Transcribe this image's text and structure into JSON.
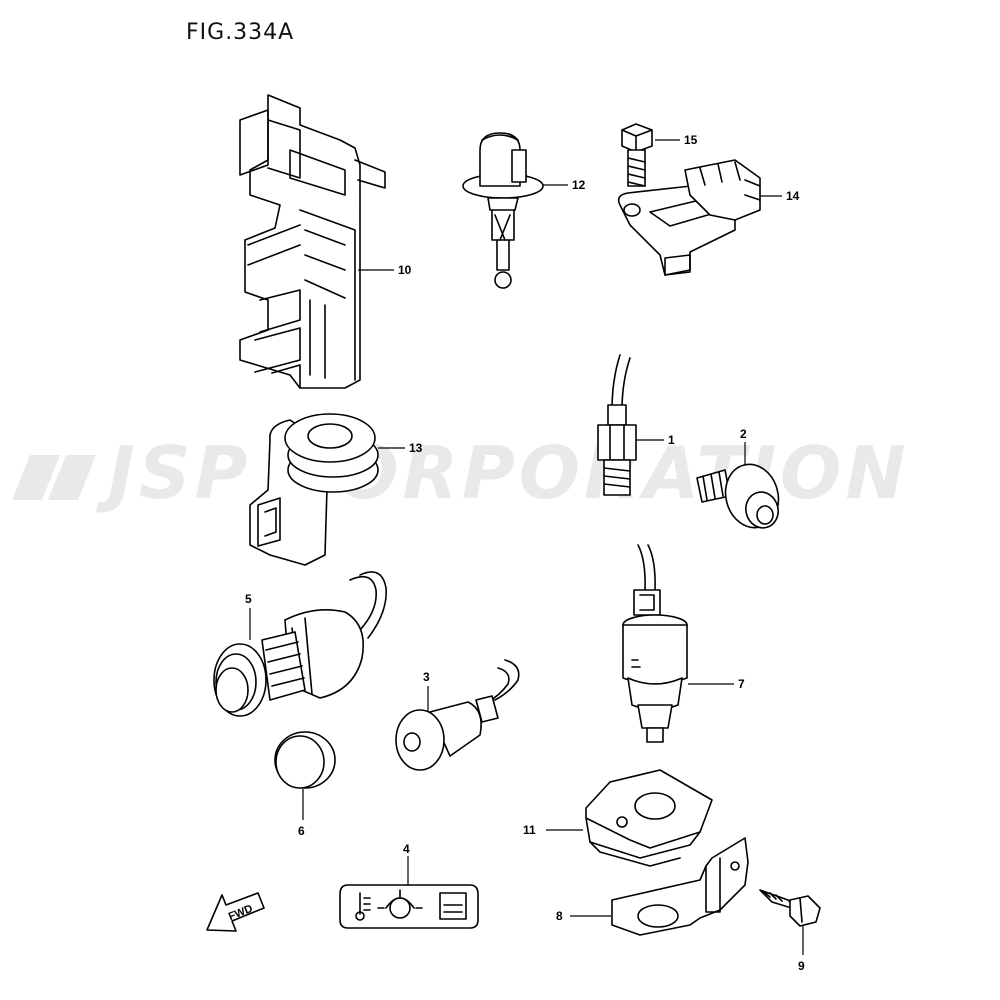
{
  "figure": {
    "title": "FIG.334A"
  },
  "watermark": {
    "text": "JSP CORPORATION"
  },
  "callouts": [
    {
      "id": "1",
      "text": "1"
    },
    {
      "id": "2",
      "text": "2"
    },
    {
      "id": "3",
      "text": "3"
    },
    {
      "id": "4",
      "text": "4"
    },
    {
      "id": "5",
      "text": "5"
    },
    {
      "id": "6",
      "text": "6"
    },
    {
      "id": "7",
      "text": "7"
    },
    {
      "id": "8",
      "text": "8"
    },
    {
      "id": "9",
      "text": "9"
    },
    {
      "id": "10",
      "text": "10"
    },
    {
      "id": "11",
      "text": "11"
    },
    {
      "id": "12",
      "text": "12"
    },
    {
      "id": "13",
      "text": "13"
    },
    {
      "id": "14",
      "text": "14"
    },
    {
      "id": "15",
      "text": "15"
    }
  ],
  "fwd_arrow": {
    "label": "FWD"
  }
}
